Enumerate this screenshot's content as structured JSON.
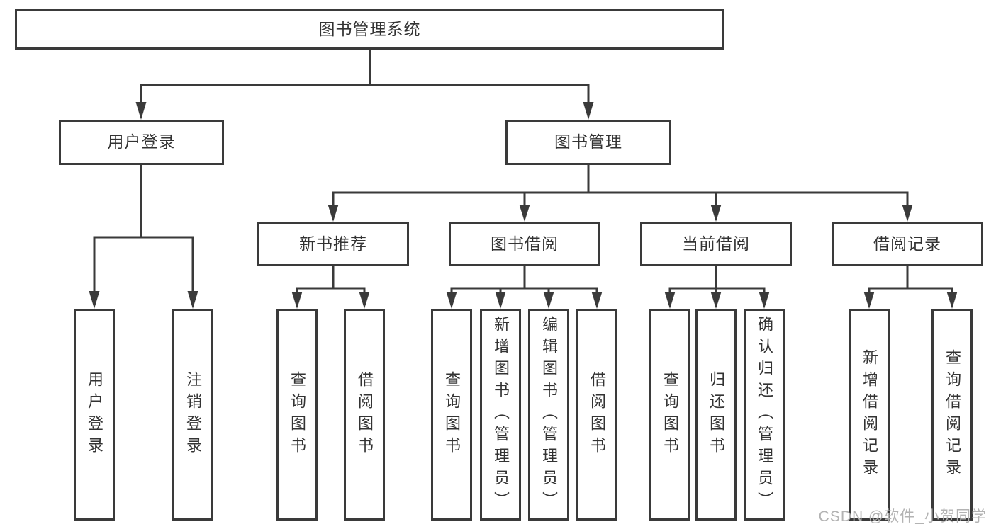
{
  "colors": {
    "line": "#3a3a3a",
    "box_border": "#3a3a3a",
    "box_fill": "#ffffff",
    "text": "#333333",
    "watermark": "#b3b3b3",
    "background": "#ffffff"
  },
  "tree": {
    "root": "图书管理系统",
    "branches": [
      {
        "label": "用户登录",
        "children": [
          "用户登录",
          "注销登录"
        ]
      },
      {
        "label": "图书管理",
        "children": [
          {
            "label": "新书推荐",
            "children": [
              "查询图书",
              "借阅图书"
            ]
          },
          {
            "label": "图书借阅",
            "children": [
              "查询图书",
              "新增图书（管理员）",
              "编辑图书（管理员）",
              "借阅图书"
            ]
          },
          {
            "label": "当前借阅",
            "children": [
              "查询图书",
              "归还图书",
              "确认归还（管理员）"
            ]
          },
          {
            "label": "借阅记录",
            "children": [
              "新增借阅记录",
              "查询借阅记录"
            ]
          }
        ]
      }
    ]
  },
  "watermark": "CSDN @软件_小贺同学"
}
